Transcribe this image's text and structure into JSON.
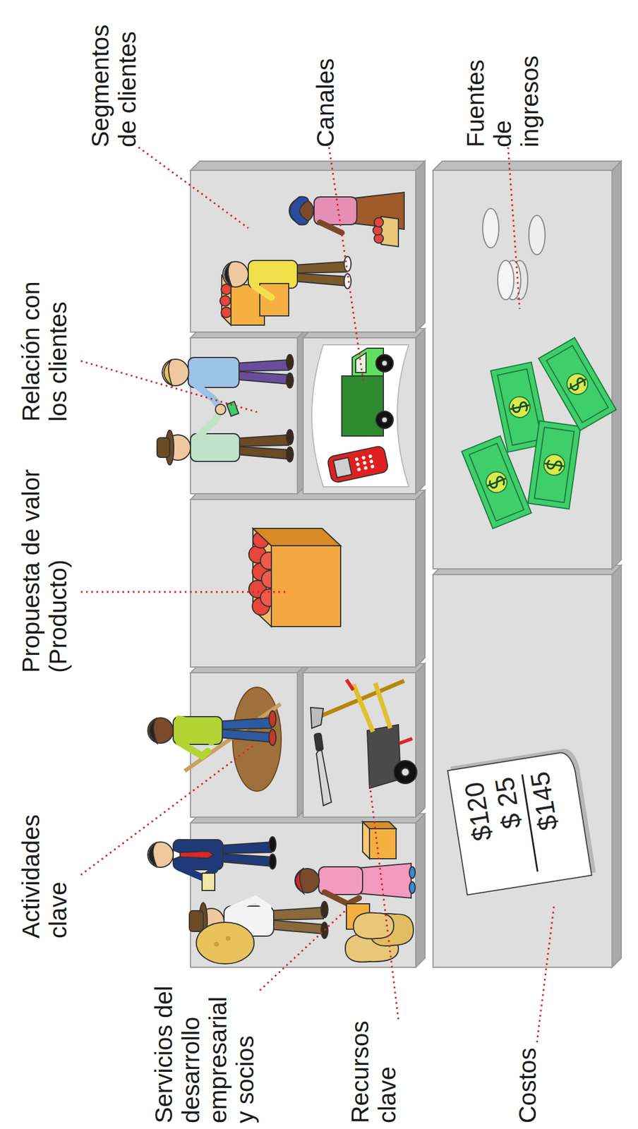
{
  "diagram": {
    "nodes": [
      {
        "text": [
          "$120",
          "$ 25",
          "$145"
        ]
      }
    ],
    "labels": [
      "Actividades clave",
      "Propuesta de valor (Producto)",
      "Relación con los clientes",
      "Segmentos de clientes",
      "Servicios del desarrollo empresarial y socios",
      "Recursos clave",
      "Canales",
      "Costos",
      "Fuentes de ingresos"
    ]
  }
}
